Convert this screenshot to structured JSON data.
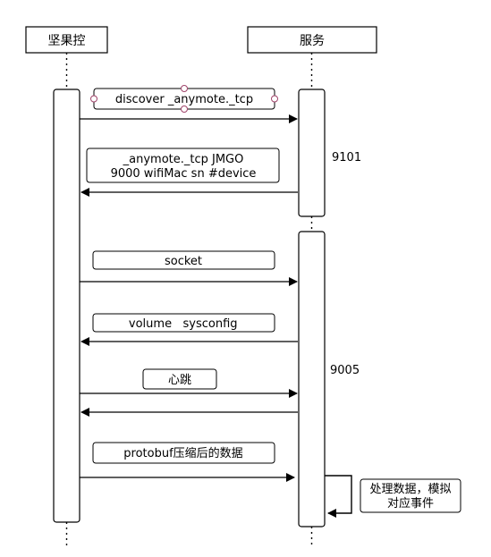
{
  "participants": {
    "client": "坚果控",
    "server": "服务"
  },
  "ports": {
    "discovery": "9101",
    "control": "9005"
  },
  "messages": {
    "discover": "discover _anymote._tcp",
    "reply_line1": "_anymote._tcp JMGO",
    "reply_line2": "9000 wifiMac sn #device",
    "socket": "socket",
    "volume": "volume",
    "sysconfig": "sysconfig",
    "heartbeat": "心跳",
    "protobuf": "protobuf压缩后的数据"
  },
  "self_note": {
    "line1": "处理数据，模拟",
    "line2": "对应事件"
  }
}
